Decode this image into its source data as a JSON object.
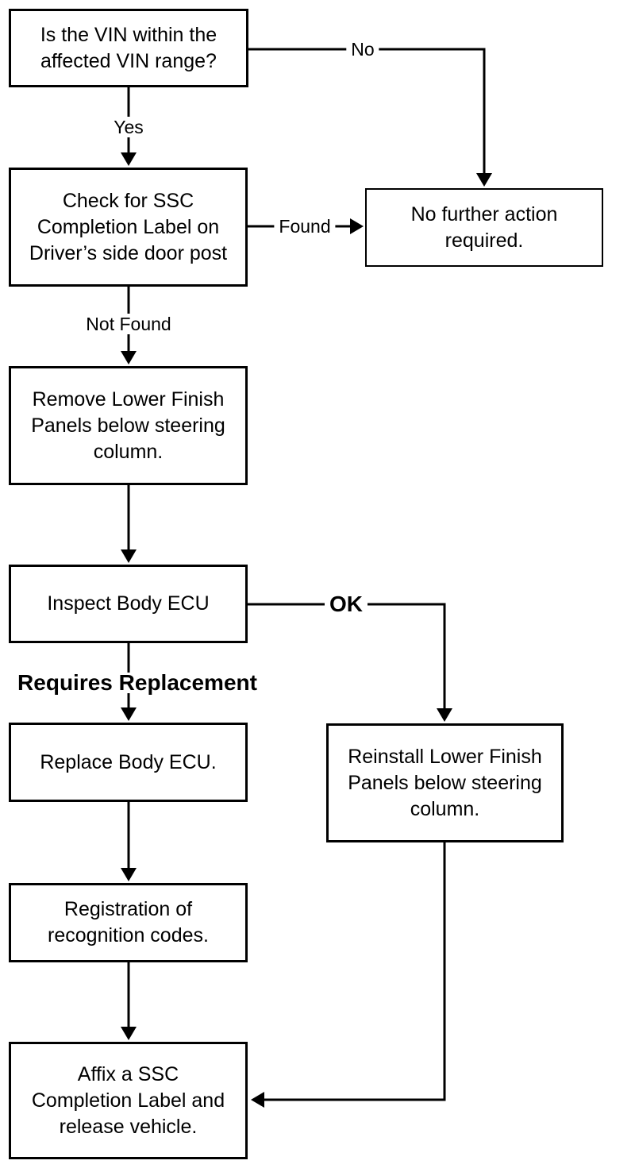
{
  "colors": {
    "line": "#000000",
    "background": "#ffffff",
    "text": "#000000"
  },
  "boxes": {
    "vin_range": "Is the VIN within the\naffected VIN range?",
    "check_label": "Check for SSC\nCompletion Label on\nDriver’s side door post",
    "no_further": "No further action\nrequired.",
    "remove_panels": "Remove Lower Finish\nPanels below steering\ncolumn.",
    "inspect_ecu": "Inspect Body ECU",
    "replace_ecu": "Replace Body ECU.",
    "reinstall_panels": "Reinstall Lower Finish\nPanels below steering\ncolumn.",
    "registration": "Registration of\nrecognition codes.",
    "affix_label": "Affix a SSC\nCompletion Label and\nrelease vehicle."
  },
  "edge_labels": {
    "yes": "Yes",
    "no": "No",
    "found": "Found",
    "not_found": "Not Found",
    "ok": "OK",
    "requires_replacement": "Requires Replacement"
  }
}
